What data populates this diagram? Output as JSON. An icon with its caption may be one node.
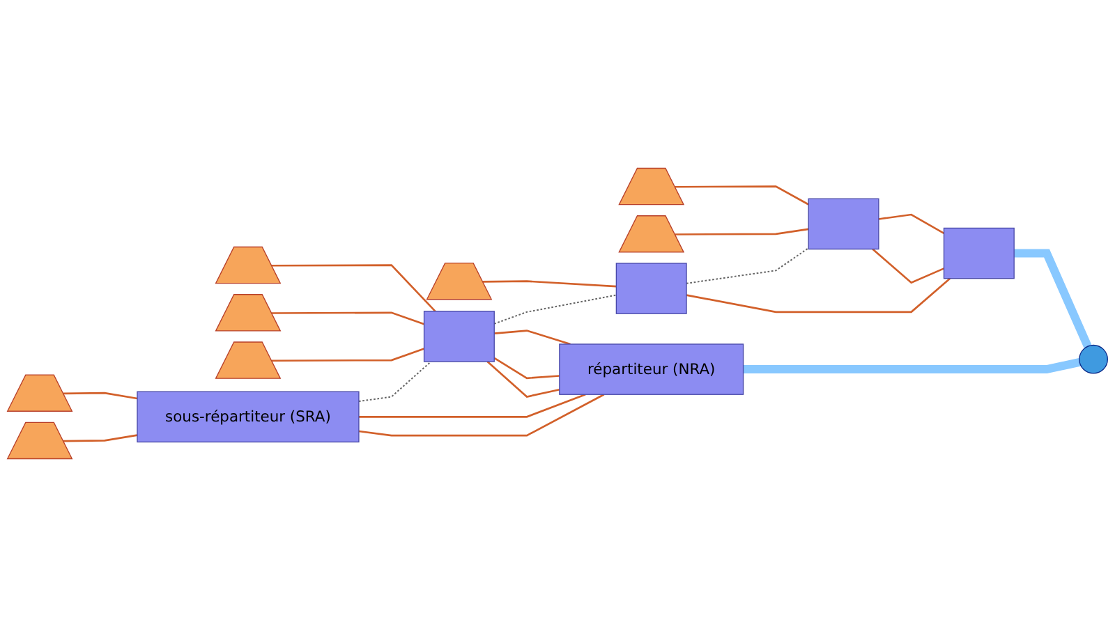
{
  "diagram": {
    "nodes": [
      {
        "text": [],
        "shape": "picture"
      },
      {
        "text": [],
        "shape": "picture"
      },
      {
        "text": [],
        "shape": "picture"
      },
      {
        "text": [],
        "shape": "picture"
      },
      {
        "text": [],
        "shape": "picture"
      },
      {
        "text": [],
        "shape": "picture"
      },
      {
        "text": [],
        "shape": "picture"
      },
      {
        "text": [],
        "shape": "picture"
      },
      {
        "text": [
          "sous-répartiteur (SRA)"
        ]
      },
      {
        "text": [],
        "shape": "box"
      },
      {
        "text": [],
        "shape": "box"
      },
      {
        "text": [],
        "shape": "box"
      },
      {
        "text": [
          "répartiteur (NRA)"
        ]
      },
      {
        "text": [],
        "shape": "box"
      },
      {
        "text": [],
        "shape": "circle"
      }
    ],
    "edges": [
      {
        "from": 0,
        "to": 8,
        "arrow": "none"
      },
      {
        "from": 1,
        "to": 8,
        "arrow": "none"
      },
      {
        "from": 2,
        "to": 9,
        "arrow": "none"
      },
      {
        "from": 3,
        "to": 9,
        "arrow": "none"
      },
      {
        "from": 4,
        "to": 9,
        "arrow": "none"
      },
      {
        "from": 5,
        "to": 10,
        "arrow": "none"
      },
      {
        "from": 6,
        "to": 11,
        "arrow": "none"
      },
      {
        "from": 7,
        "to": 11,
        "arrow": "none"
      },
      {
        "from": 8,
        "to": 12,
        "arrow": "none"
      },
      {
        "from": 8,
        "to": 12,
        "arrow": "none"
      },
      {
        "from": 9,
        "to": 12,
        "arrow": "none"
      },
      {
        "from": 9,
        "to": 12,
        "arrow": "none"
      },
      {
        "from": 9,
        "to": 12,
        "arrow": "none"
      },
      {
        "from": 10,
        "to": 13,
        "arrow": "none"
      },
      {
        "from": 11,
        "to": 13,
        "arrow": "none"
      },
      {
        "from": 11,
        "to": 13,
        "arrow": "none"
      },
      {
        "from": 12,
        "to": 14,
        "arrow": "none",
        "style": "thick",
        "color": "#88c8ff"
      },
      {
        "from": 13,
        "to": 14,
        "arrow": "none",
        "style": "thick",
        "color": "#88c8ff"
      },
      {
        "from": 8,
        "to": 9,
        "arrow": "none",
        "style": "dashed",
        "color": "#666666"
      },
      {
        "from": 9,
        "to": 10,
        "arrow": "none",
        "style": "dashed",
        "color": "#666666"
      },
      {
        "from": 10,
        "to": 11,
        "arrow": "none",
        "style": "dashed",
        "color": "#666666"
      }
    ]
  }
}
